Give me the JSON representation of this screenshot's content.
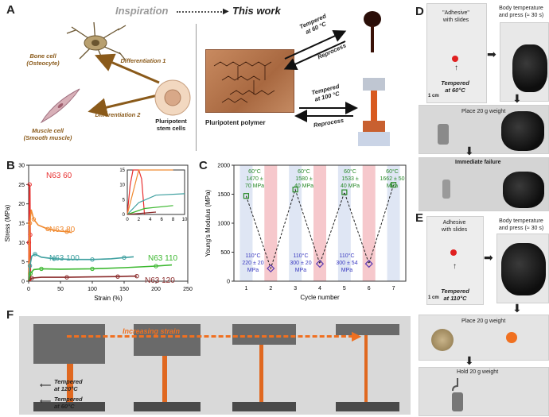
{
  "panels": {
    "A": "A",
    "B": "B",
    "C": "C",
    "D": "D",
    "E": "E",
    "F": "F"
  },
  "panelA": {
    "inspiration": "Inspiration",
    "this_work": "This work",
    "bone_cell": [
      "Bone cell",
      "(Osteocyte)"
    ],
    "muscle_cell": [
      "Muscle cell",
      "(Smooth muscle)"
    ],
    "diff1": "Differentiation 1",
    "diff2": "Differentiation 2",
    "stem": [
      "Pluripotent",
      "stem cells"
    ],
    "polymer": "Pluripotent polymer",
    "tempered60": [
      "Tempered",
      "at 60 °C"
    ],
    "tempered100": [
      "Tempered",
      "at 100 °C"
    ],
    "reprocess": "Reprocess"
  },
  "panelB": {
    "ylabel": "Stress (MPa)",
    "xlabel": "Strain (%)",
    "series_labels": [
      "N63 60",
      "N63 80",
      "N63 100",
      "N63 110",
      "N63 120"
    ]
  },
  "panelC": {
    "ylabel": "Young's Modulus (MPa)",
    "xlabel": "Cycle number",
    "ann60": [
      [
        "60°C",
        "1470 ±",
        "70 MPa"
      ],
      [
        "60°C",
        "1580 ±",
        "40 MPa"
      ],
      [
        "60°C",
        "1533 ±",
        "40 MPa"
      ],
      [
        "60°C",
        "1662 ± 50 MPa"
      ]
    ],
    "ann110": [
      [
        "110°C",
        "220 ± 20",
        "MPa"
      ],
      [
        "110°C",
        "300 ± 20",
        "MPa"
      ],
      [
        "110°C",
        "300 ± 54",
        "MPa"
      ]
    ]
  },
  "panelD": {
    "adhesive": [
      "\"Adhesive\"",
      "with slides"
    ],
    "body": [
      "Body temperature",
      "and press (≈ 30 s)"
    ],
    "tempered": [
      "Tempered",
      "at 60°C"
    ],
    "place": "Place 20 g weight",
    "failure": "Immediate failure",
    "scale": "1 cm"
  },
  "panelE": {
    "adhesive": [
      "Adhesive",
      "with slides"
    ],
    "body": [
      "Body temperature",
      "and press (≈ 30 s)"
    ],
    "tempered": [
      "Tempered",
      "at 110°C"
    ],
    "place": "Place 20 g weight",
    "hold": "Hold 20 g weight",
    "scale": "1 cm"
  },
  "panelF": {
    "increasing": "Increasing strain",
    "t120": [
      "Tempered",
      "at 120°C"
    ],
    "t60": [
      "Tempered",
      "at 60°C"
    ]
  },
  "chart_data": [
    {
      "type": "line",
      "panel": "B",
      "xlabel": "Strain (%)",
      "ylabel": "Stress (MPa)",
      "xlim": [
        0,
        250
      ],
      "ylim": [
        0,
        30
      ],
      "xticks": [
        0,
        50,
        100,
        150,
        200,
        250
      ],
      "yticks": [
        0,
        5,
        10,
        15,
        20,
        25,
        30
      ],
      "series": [
        {
          "name": "N63 60",
          "color": "#e83030",
          "x": [
            0,
            0.5,
            1,
            1.5,
            2,
            2.5,
            3
          ],
          "y": [
            0,
            10,
            20,
            25,
            24,
            12,
            0
          ]
        },
        {
          "name": "N63 80",
          "color": "#f08a30",
          "x": [
            0,
            2,
            4,
            8,
            15,
            30,
            45,
            60,
            68
          ],
          "y": [
            0,
            15,
            18.5,
            16,
            14.5,
            13.5,
            13,
            12.8,
            12.6
          ]
        },
        {
          "name": "N63 100",
          "color": "#3fa0a0",
          "x": [
            0,
            2,
            5,
            10,
            20,
            40,
            70,
            100,
            130,
            150,
            165
          ],
          "y": [
            0,
            4,
            6.5,
            7,
            6.2,
            5.8,
            5.6,
            5.6,
            5.8,
            6.1,
            6.3
          ]
        },
        {
          "name": "N63 110",
          "color": "#3cb830",
          "x": [
            0,
            3,
            8,
            20,
            50,
            100,
            150,
            200,
            225
          ],
          "y": [
            0,
            2,
            3,
            3.2,
            3.1,
            3.2,
            3.5,
            3.9,
            4.2
          ]
        },
        {
          "name": "N63 120",
          "color": "#8a2a2a",
          "x": [
            0,
            5,
            20,
            60,
            100,
            140,
            160,
            170
          ],
          "y": [
            0,
            0.8,
            1,
            1,
            1.1,
            1.2,
            1.3,
            1.3
          ]
        }
      ],
      "inset": {
        "xlim": [
          0,
          10
        ],
        "ylim": [
          0,
          15
        ],
        "xticks": [
          0,
          2,
          4,
          6,
          8,
          10
        ],
        "yticks": [
          0,
          5,
          10,
          15
        ]
      }
    },
    {
      "type": "line",
      "panel": "C",
      "xlabel": "Cycle number",
      "ylabel": "Young's Modulus (MPa)",
      "x": [
        1,
        2,
        3,
        4,
        5,
        6,
        7
      ],
      "values": [
        1470,
        220,
        1580,
        300,
        1533,
        300,
        1662
      ],
      "ylim": [
        0,
        2000
      ],
      "yticks": [
        0,
        500,
        1000,
        1500,
        2000
      ],
      "xticks": [
        1,
        2,
        3,
        4,
        5,
        6,
        7
      ]
    }
  ]
}
